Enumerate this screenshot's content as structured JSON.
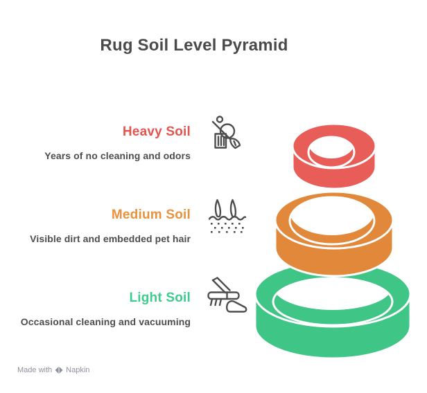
{
  "title": "Rug Soil Level Pyramid",
  "levels": [
    {
      "id": "heavy",
      "label": "Heavy Soil",
      "description": "Years of no cleaning and odors",
      "label_color": "#e4554f",
      "ring_color": "#e85d57",
      "icon": "no-cleaning-broom-bin-icon"
    },
    {
      "id": "medium",
      "label": "Medium Soil",
      "description": "Visible dirt and embedded pet hair",
      "label_color": "#e8923d",
      "ring_color": "#e1883a",
      "icon": "embedded-pet-hair-icon"
    },
    {
      "id": "light",
      "label": "Light Soil",
      "description": "Occasional cleaning and vacuuming",
      "label_color": "#3ecb8e",
      "ring_color": "#3fc585",
      "icon": "vacuum-cleaner-icon"
    }
  ],
  "watermark": {
    "prefix": "Made with",
    "brand": "Napkin",
    "icon": "napkin-logo-icon"
  },
  "colors": {
    "title_text": "#4a4a4a",
    "body_text": "#4d4d4d",
    "icon_stroke": "#4d4d4d",
    "ring_outline": "#ffffff",
    "watermark_text": "#8d9199"
  }
}
